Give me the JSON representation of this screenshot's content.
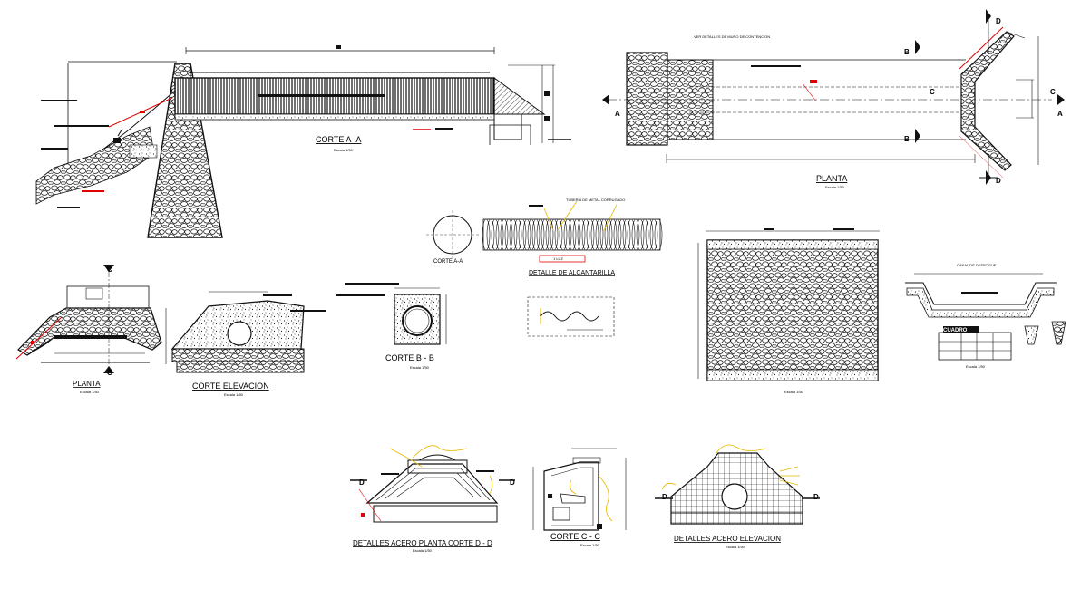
{
  "titles": {
    "corte_aa": "CORTE  A -A",
    "planta_top": "PLANTA",
    "corte_a_pipe": "CORTE A-A",
    "detalle_alcantarilla": "DETALLE DE ALCANTARILLA",
    "planta_left": "PLANTA",
    "corte_elevacion": "CORTE  ELEVACION",
    "corte_bb": "CORTE  B - B",
    "detalles_acero_planta": "DETALLES ACERO PLANTA CORTE D - D",
    "corte_cc": "CORTE  C - C",
    "detalles_acero_elevacion": "DETALLES ACERO ELEVACION"
  },
  "scales": {
    "corte_aa": "Escala 1/50",
    "planta_top": "Escala 1/50",
    "planta_left": "Escala 1/50",
    "corte_elevacion": "Escala 1/50",
    "corte_bb": "Escala 1/50",
    "detalles_acero_planta": "Escala 1/50",
    "corte_cc": "Escala 1/50",
    "detalles_acero_elevacion": "Escala 1/50",
    "cuadro": "Escala 1/50",
    "stone_panel": "Escala 1/50"
  },
  "section_marks": {
    "a": "A",
    "b": "B",
    "c": "C",
    "d": "D"
  },
  "notes": {
    "ver_detalles": "VER DETALLES DE MURO DE CONTENCION",
    "tuberia": "TUBERIA DE METAL CORRUGADO",
    "luz": "1 LUZ",
    "canal": "CANAL DE DESFOGUE",
    "cuadro_title": "CUADRO"
  },
  "colors": {
    "line": "#111111",
    "dimension_red": "#e00000",
    "callout_yellow": "#e6b800",
    "background": "#ffffff"
  }
}
